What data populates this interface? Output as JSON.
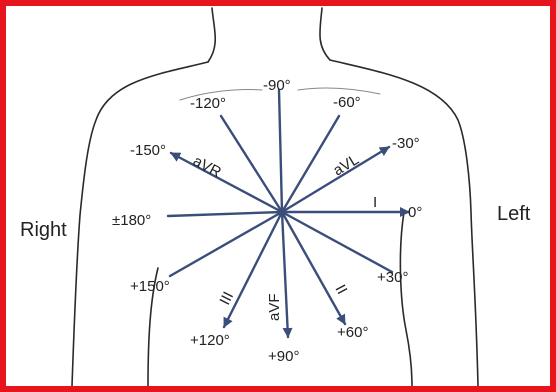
{
  "colors": {
    "frame": "#e8141b",
    "axis": "#3b4e7a",
    "body_outline": "#2a2a2a",
    "text": "#222222"
  },
  "diagram": {
    "side_labels": {
      "right": "Right",
      "left": "Left"
    },
    "angle_labels": {
      "minus90": "-90°",
      "minus120": "-120°",
      "minus60": "-60°",
      "minus150": "-150°",
      "minus30": "-30°",
      "pm180": "±180°",
      "zero": "0°",
      "plus150": "+150°",
      "plus30": "+30°",
      "plus120": "+120°",
      "plus90": "+90°",
      "plus60": "+60°"
    },
    "lead_labels": {
      "aVR": "aVR",
      "aVL": "aVL",
      "I": "I",
      "III": "III",
      "aVF": "aVF",
      "II": "II"
    }
  }
}
